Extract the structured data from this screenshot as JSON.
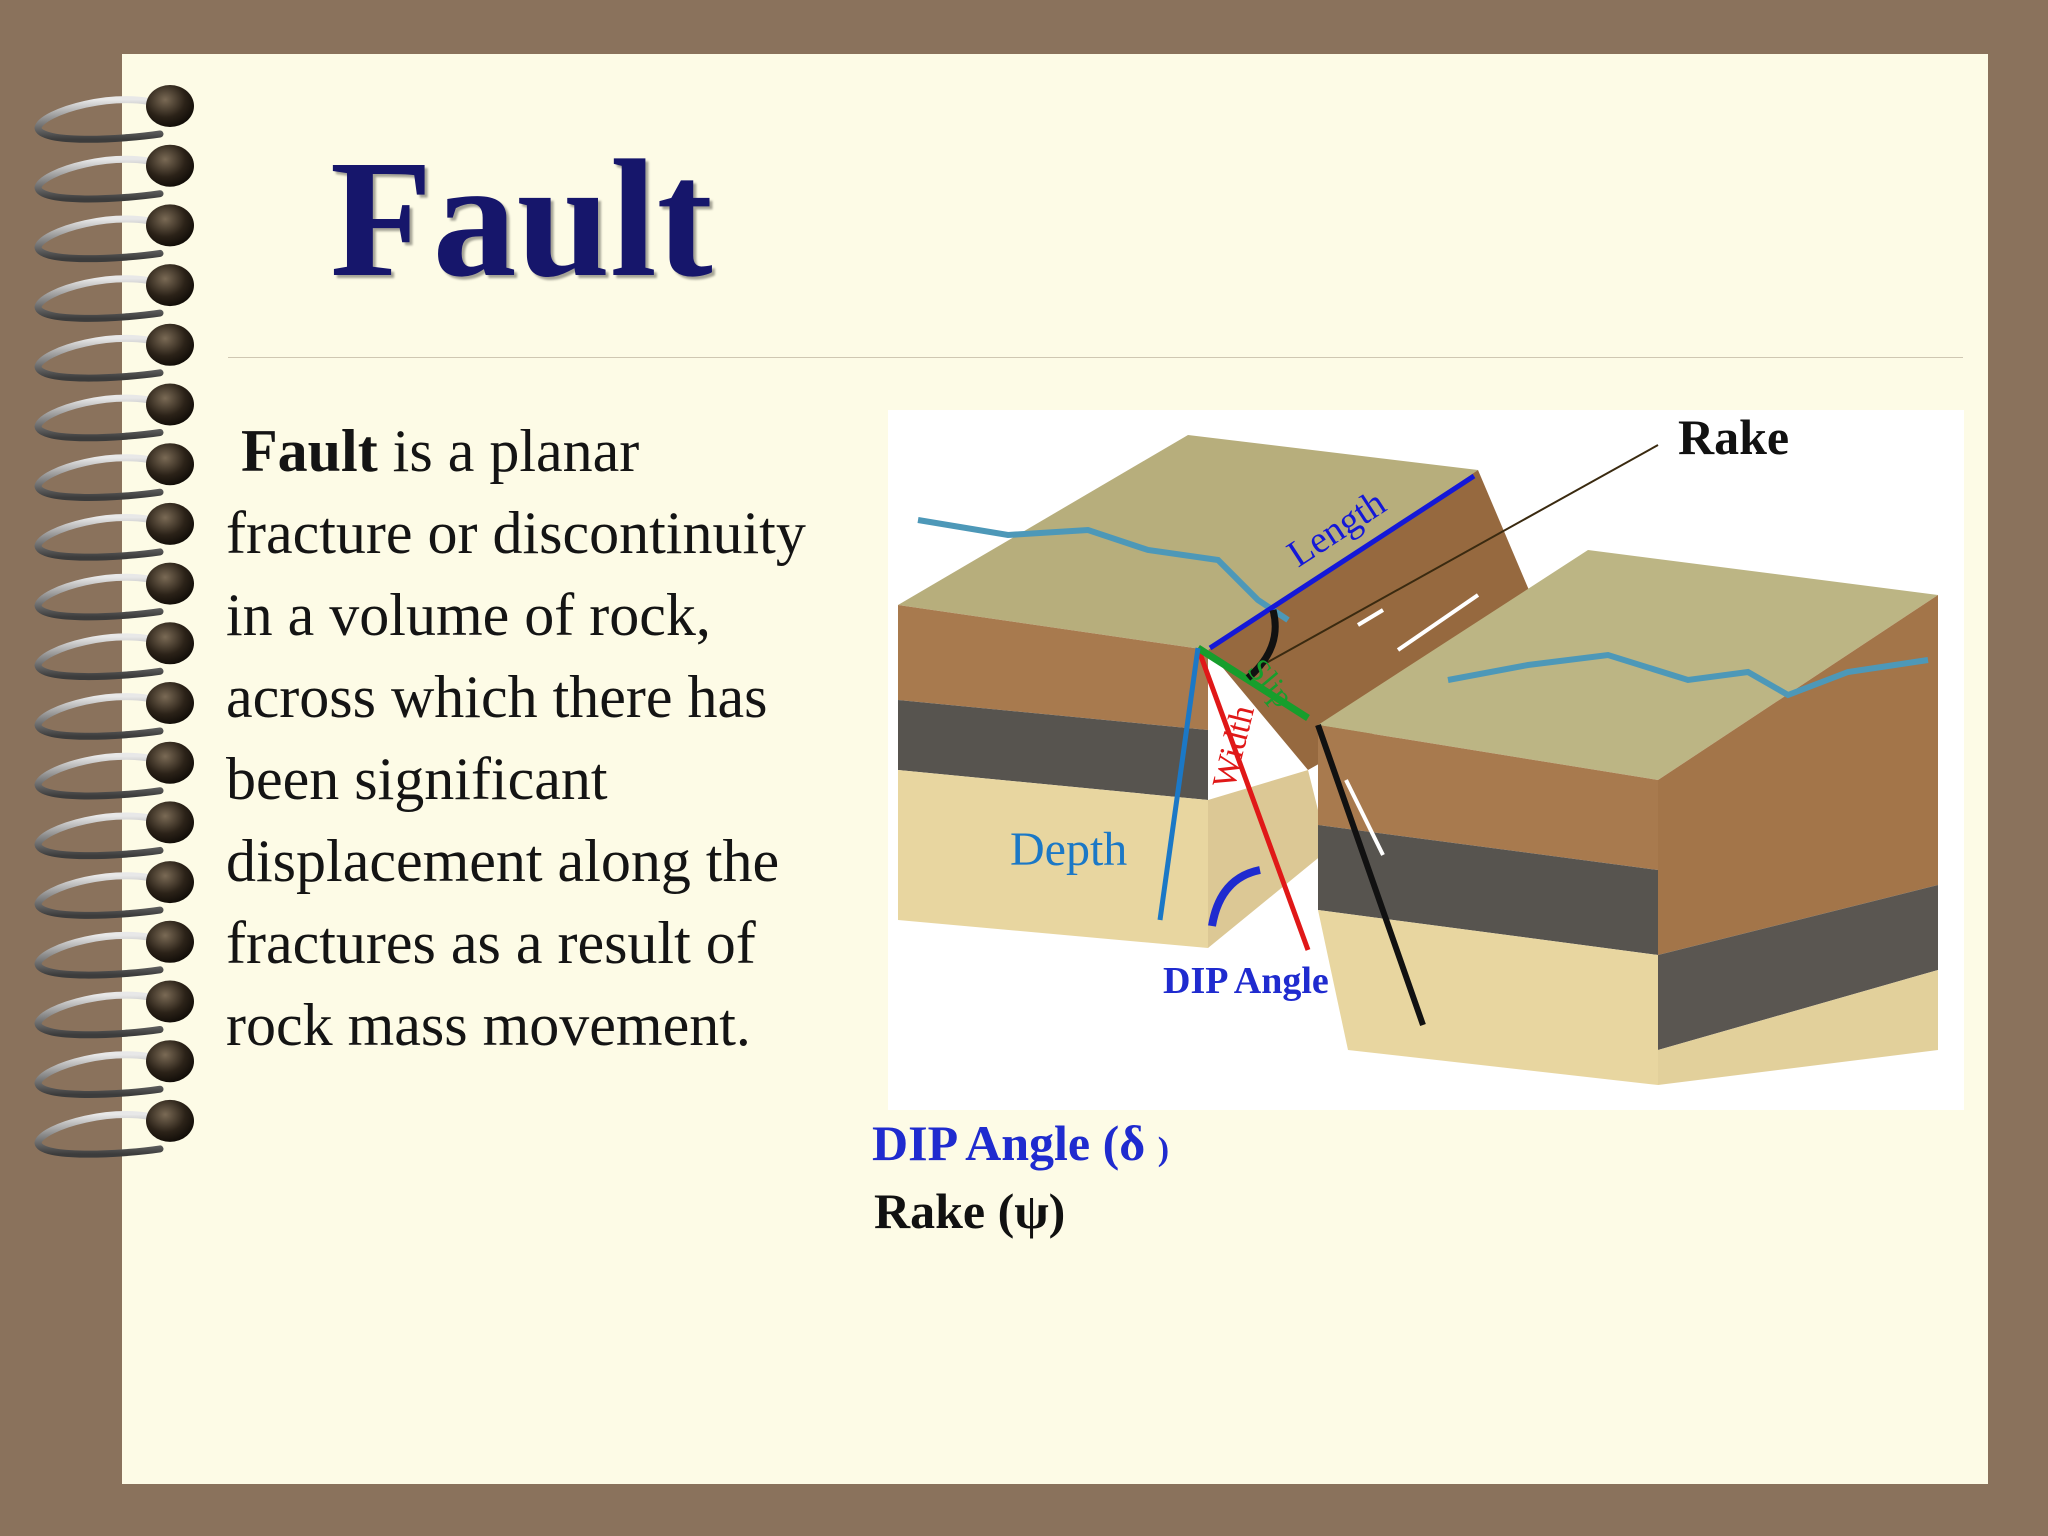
{
  "slide": {
    "title": "Fault",
    "body": {
      "bold_term": "Fault",
      "lines": [
        " is a planar",
        "fracture or discontinuity",
        "in a volume of rock,",
        "across which there has",
        "been significant",
        "displacement along the",
        "fractures as a result of",
        "rock mass movement."
      ]
    },
    "diagram": {
      "labels": {
        "length": "Length",
        "width": "Width",
        "slip": "Slip",
        "depth": "Depth",
        "dip_angle": "DIP Angle",
        "rake": "Rake"
      },
      "colors": {
        "length": "#1418d8",
        "width": "#e01818",
        "slip": "#169e2c",
        "depth": "#1b78c6",
        "dip_angle": "#1f2bcf",
        "rake": "#111111"
      }
    },
    "captions": {
      "dip_main": "DIP Angle (δ",
      "dip_close": ")",
      "rake": "Rake (ψ)"
    }
  },
  "theme": {
    "background": "#8a725c",
    "slide_background": "#fdfbe6",
    "title_color": "#16166b"
  }
}
